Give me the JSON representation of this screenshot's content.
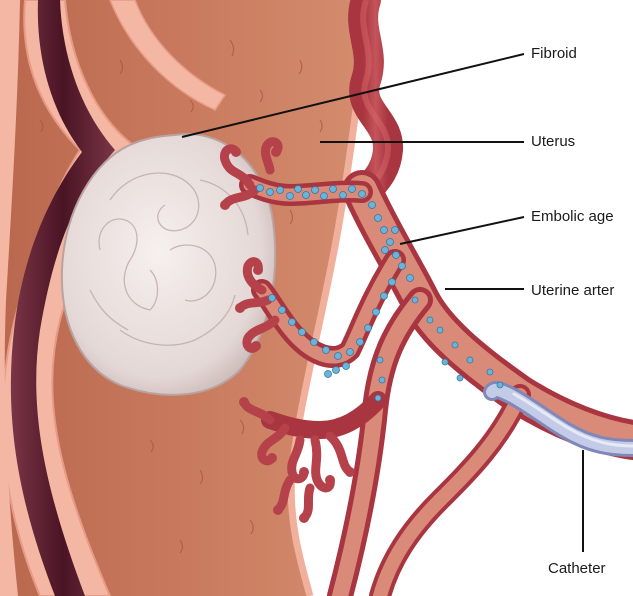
{
  "labels": {
    "fibroid": "Fibroid",
    "uterus": "Uterus",
    "embolic_agent": "Embolic age",
    "uterine_artery": "Uterine arter",
    "catheter": "Catheter"
  },
  "colors": {
    "uterine_wall": "#c97a5e",
    "inner_lining": "#f4b7a3",
    "cavity": "#5a1e2e",
    "fibroid": "#ece4e2",
    "artery": "#b5424a",
    "artery_lumen": "#d98a78",
    "embolic_beads": "#6fb2d8",
    "catheter": "#c3cbe6"
  }
}
